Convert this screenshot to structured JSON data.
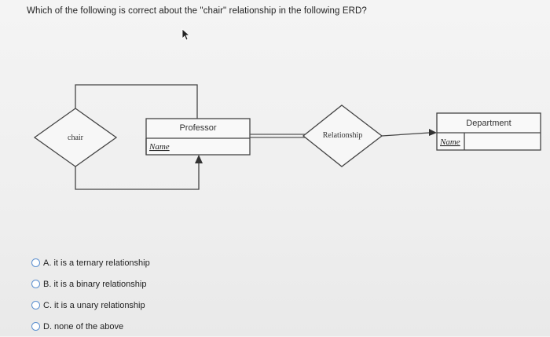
{
  "question": "Which of the following is correct about the \"chair\" relationship in the following ERD?",
  "diagram": {
    "chair_label": "chair",
    "professor": {
      "title": "Professor",
      "attribute": "Name"
    },
    "relationship_label": "Relationship",
    "department": {
      "title": "Department",
      "attribute": "Name"
    }
  },
  "options": [
    {
      "label": "A. it is a ternary relationship"
    },
    {
      "label": "B. it is a binary relationship"
    },
    {
      "label": "C. it is a unary relationship"
    },
    {
      "label": "D. none of the above"
    }
  ]
}
